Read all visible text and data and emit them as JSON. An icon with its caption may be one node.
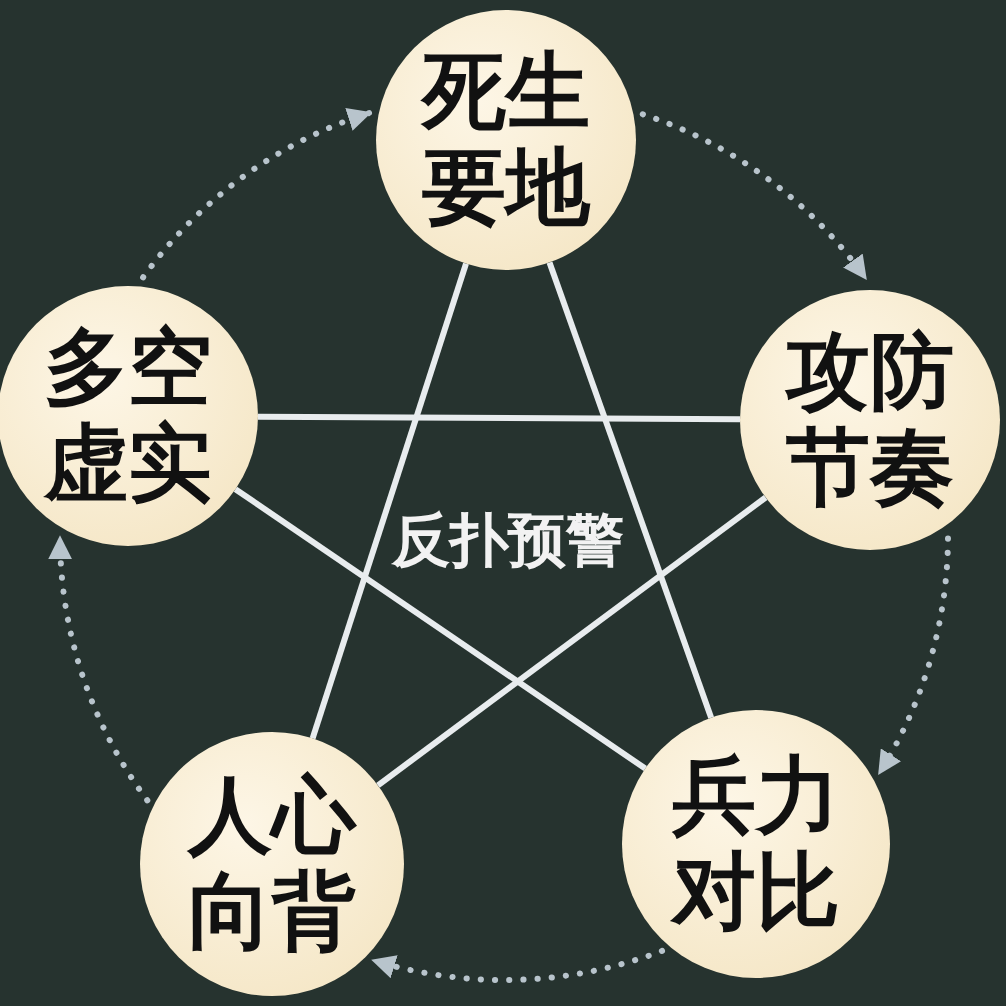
{
  "diagram": {
    "nodes": [
      {
        "text": [
          "死生要地"
        ]
      },
      {
        "text": [
          "多空虚实"
        ]
      },
      {
        "text": [
          "攻防节奏"
        ]
      },
      {
        "text": [
          "人心向背"
        ]
      },
      {
        "text": [
          "兵力对比"
        ]
      }
    ],
    "edges": [
      {
        "from": 0,
        "to": 3,
        "arrow": "none"
      },
      {
        "from": 0,
        "to": 4,
        "arrow": "none"
      },
      {
        "from": 1,
        "to": 2,
        "arrow": "none"
      },
      {
        "from": 1,
        "to": 4,
        "arrow": "none"
      },
      {
        "from": 2,
        "to": 3,
        "arrow": "none"
      },
      {
        "from": 0,
        "to": 2,
        "arrow": "to",
        "style": "dashed",
        "color": "#b8c4cc"
      },
      {
        "from": 2,
        "to": 4,
        "arrow": "to",
        "style": "dashed",
        "color": "#b8c4cc"
      },
      {
        "from": 4,
        "to": 3,
        "arrow": "to",
        "style": "dashed",
        "color": "#b8c4cc"
      },
      {
        "from": 3,
        "to": 1,
        "arrow": "to",
        "style": "dashed",
        "color": "#b8c4cc"
      },
      {
        "from": 1,
        "to": 0,
        "arrow": "to",
        "style": "dashed",
        "color": "#b8c4cc"
      }
    ],
    "labels": [
      "反扑预警"
    ]
  }
}
